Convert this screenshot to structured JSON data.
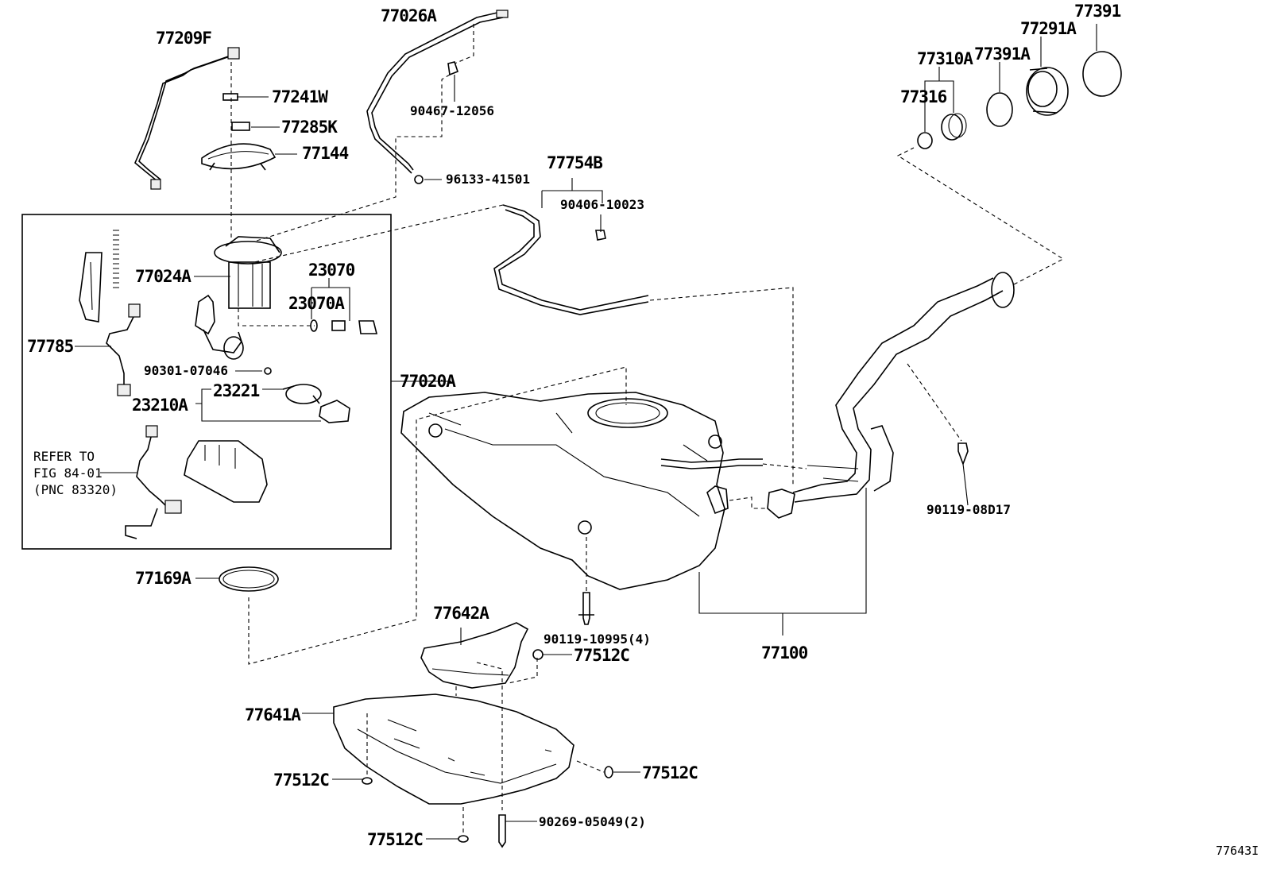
{
  "diagram_ref": "77643I",
  "note": {
    "line1": "REFER TO",
    "line2": "FIG 84-01",
    "line3": "(PNC 83320)"
  },
  "labels": {
    "p77209F": "77209F",
    "p77026A": "77026A",
    "p77241W": "77241W",
    "p77285K": "77285K",
    "p77144": "77144",
    "p90467": "90467-12056",
    "p96133": "96133-41501",
    "p77754B": "77754B",
    "p90406": "90406-10023",
    "p77024A": "77024A",
    "p23070": "23070",
    "p23070A": "23070A",
    "p77785": "77785",
    "p90301": "90301-07046",
    "p23221": "23221",
    "p23210A": "23210A",
    "p77020A": "77020A",
    "p77169A": "77169A",
    "p77642A": "77642A",
    "p90119_10995": "90119-10995(4)",
    "p77512C_1": "77512C",
    "p77100": "77100",
    "p77641A": "77641A",
    "p77512C_2": "77512C",
    "p77512C_3": "77512C",
    "p90269": "90269-05049(2)",
    "p77512C_4": "77512C",
    "p77391": "77391",
    "p77291A": "77291A",
    "p77310A": "77310A",
    "p77391A": "77391A",
    "p77316": "77316",
    "p90119_08D17": "90119-08D17"
  }
}
